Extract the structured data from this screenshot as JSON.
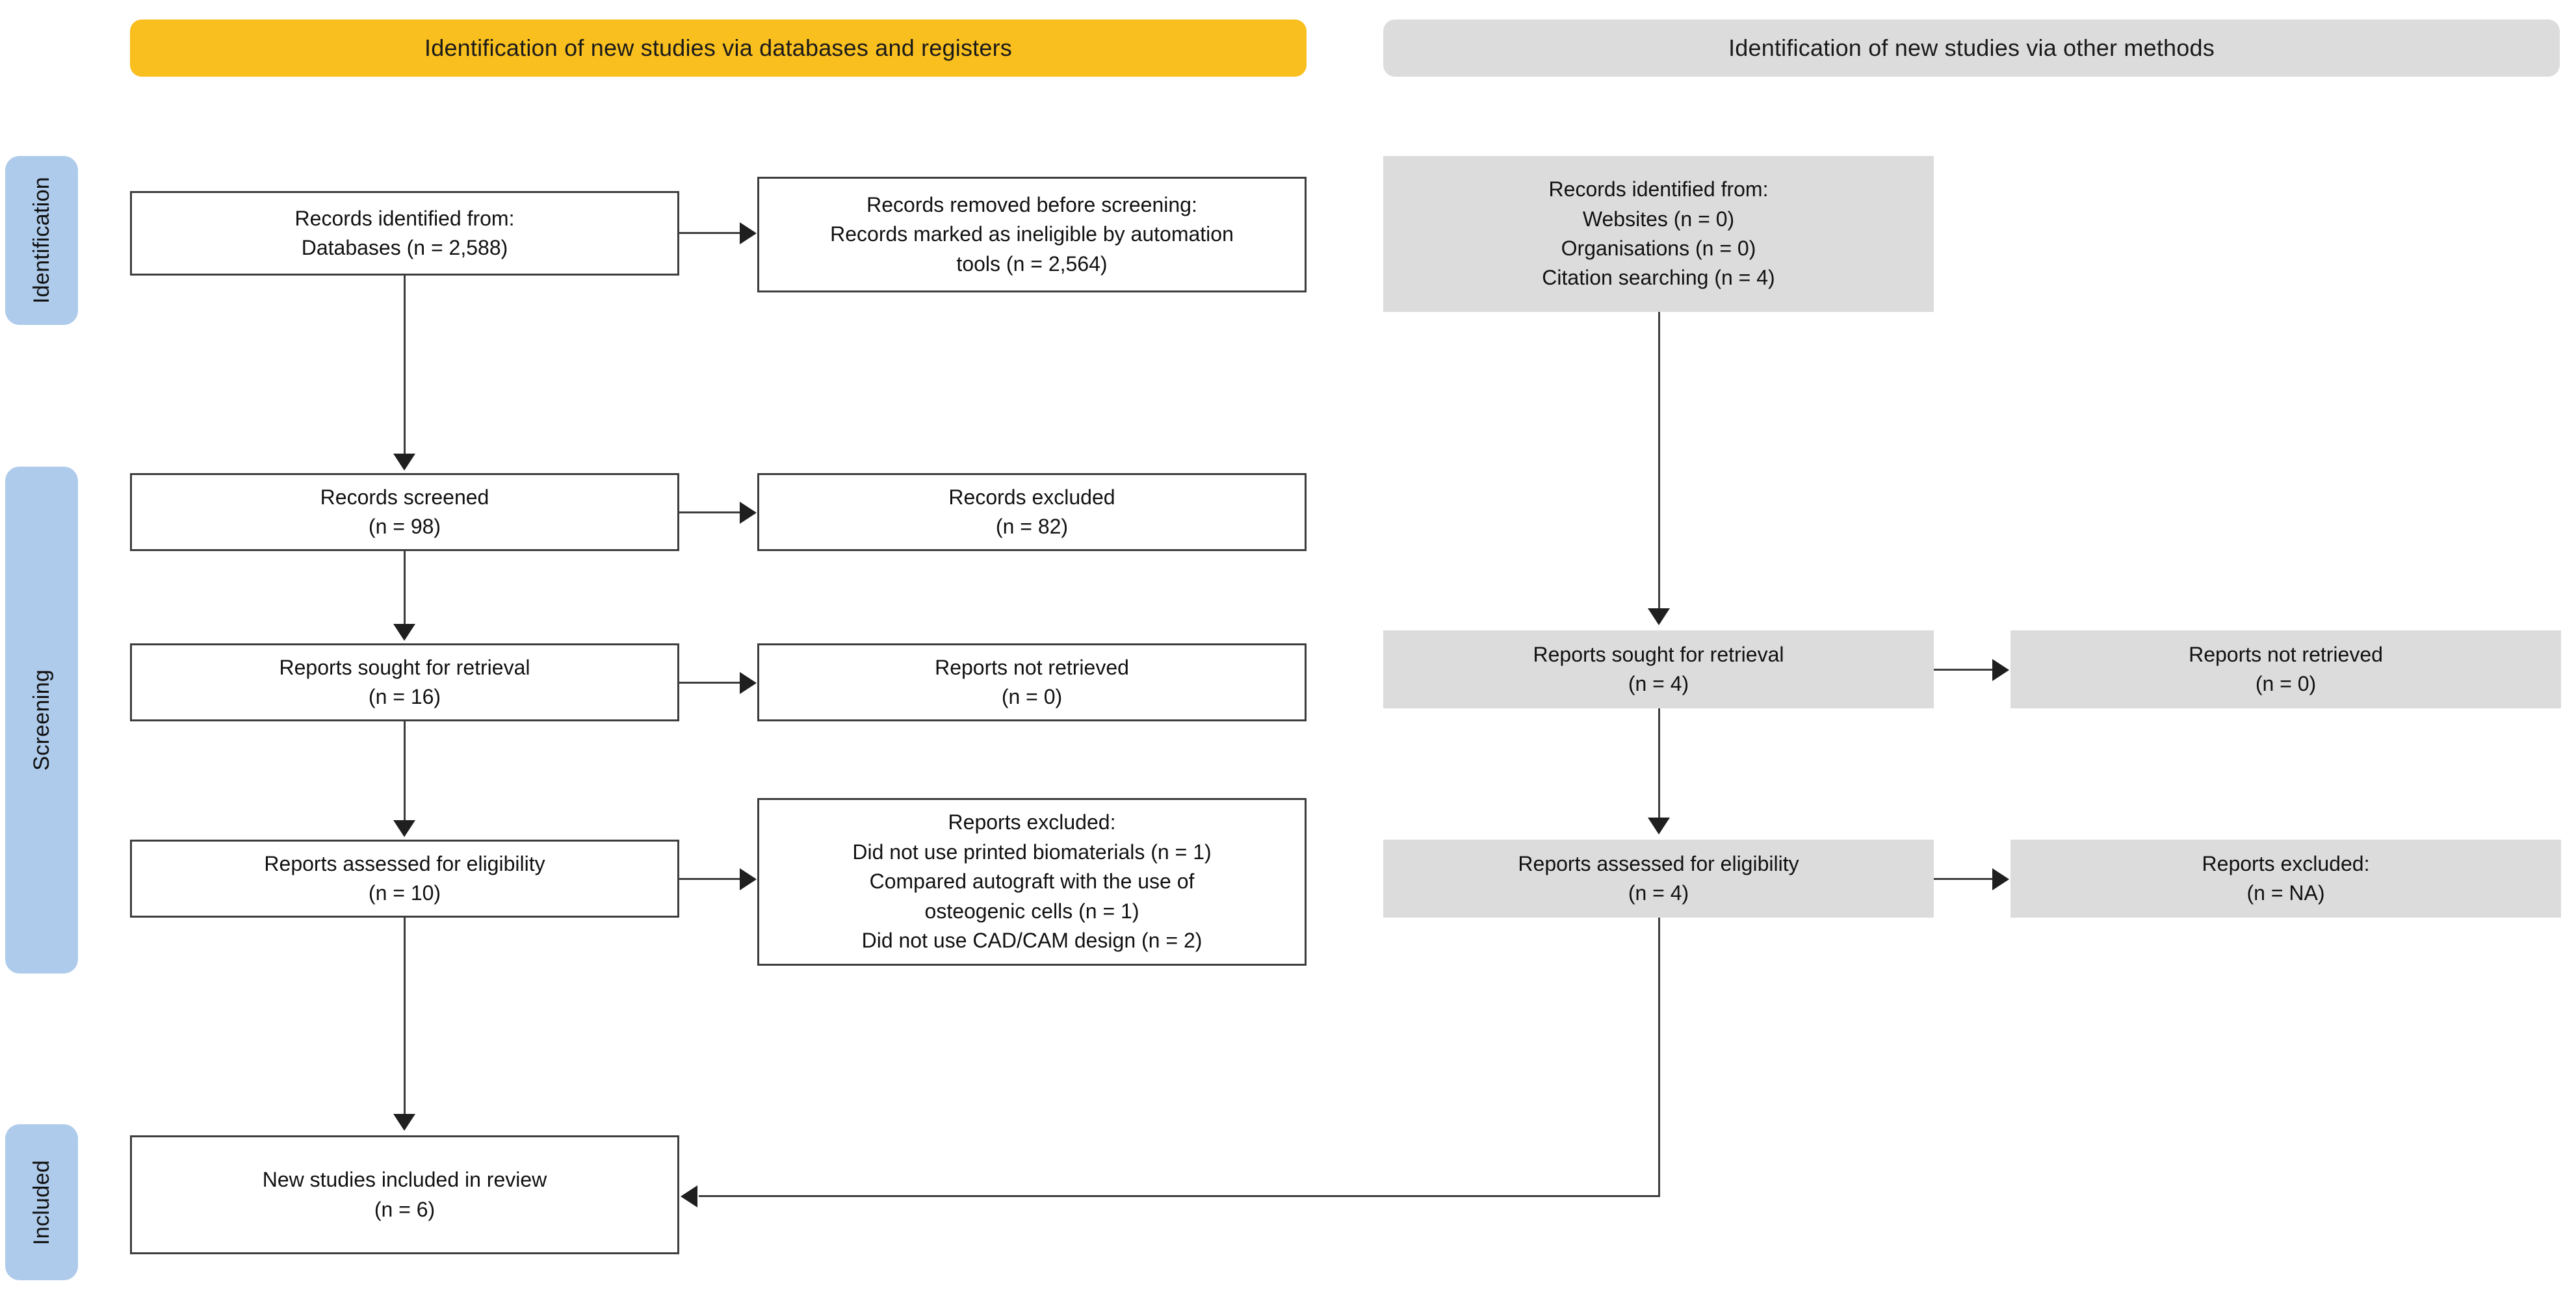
{
  "diagram": {
    "type": "prisma-flow-diagram",
    "headers": {
      "left": "Identification of new studies via databases and registers",
      "right": "Identification of new studies via other methods"
    },
    "phases": [
      {
        "label": "Identification"
      },
      {
        "label": "Screening"
      },
      {
        "label": "Included"
      }
    ],
    "colors": {
      "banner_left": "#f9bf1e",
      "banner_right": "#dcdcdc",
      "phase_tab": "#aecbeb",
      "grey_node": "#dcdcdc",
      "border": "#3d3d3d"
    },
    "nodes": {
      "db_identified": {
        "lines": [
          "Records identified from:",
          "Databases (n = 2,588)"
        ]
      },
      "db_removed": {
        "lines": [
          "Records removed before screening:",
          "Records marked as ineligible by automation",
          "tools (n = 2,564)"
        ]
      },
      "other_identified": {
        "lines": [
          "Records identified from:",
          "Websites (n = 0)",
          "Organisations (n = 0)",
          "Citation searching (n = 4)"
        ]
      },
      "records_screened": {
        "lines": [
          "Records screened",
          "(n = 98)"
        ]
      },
      "records_excluded": {
        "lines": [
          "Records excluded",
          "(n = 82)"
        ]
      },
      "reports_sought_db": {
        "lines": [
          "Reports sought for retrieval",
          "(n = 16)"
        ]
      },
      "reports_not_retrieved_db": {
        "lines": [
          "Reports not retrieved",
          "(n = 0)"
        ]
      },
      "reports_sought_other": {
        "lines": [
          "Reports sought for retrieval",
          "(n = 4)"
        ]
      },
      "reports_not_retrieved_other": {
        "lines": [
          "Reports not retrieved",
          "(n = 0)"
        ]
      },
      "reports_assessed_db": {
        "lines": [
          "Reports assessed for eligibility",
          "(n = 10)"
        ]
      },
      "reports_excluded_db": {
        "lines": [
          "Reports excluded:",
          "Did not use printed biomaterials (n = 1)",
          "Compared autograft with the use of",
          "osteogenic cells (n = 1)",
          "Did not use CAD/CAM design (n = 2)"
        ]
      },
      "reports_assessed_other": {
        "lines": [
          "Reports assessed for eligibility",
          "(n = 4)"
        ]
      },
      "reports_excluded_other": {
        "lines": [
          "Reports excluded:",
          "(n = NA)"
        ]
      },
      "new_studies_included": {
        "lines": [
          "New studies included in review",
          "(n = 6)"
        ]
      }
    }
  }
}
